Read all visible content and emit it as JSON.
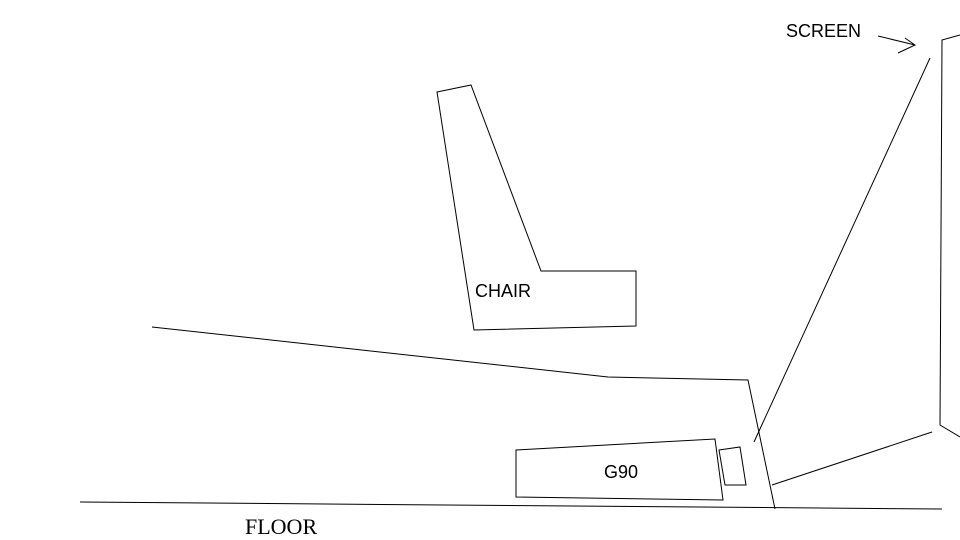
{
  "diagram": {
    "labels": {
      "screen": "SCREEN",
      "chair": "CHAIR",
      "projector": "G90",
      "floor": "FLOOR"
    },
    "colors": {
      "background": "#ffffff",
      "ink": "#000000"
    }
  }
}
